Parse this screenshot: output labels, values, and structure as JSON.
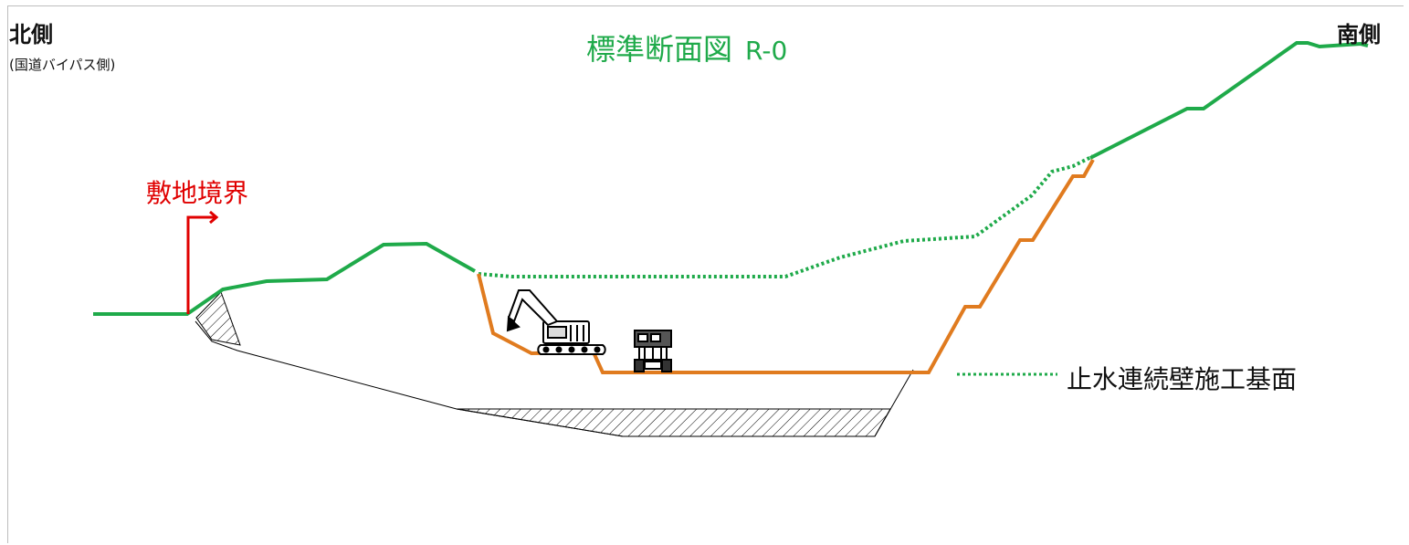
{
  "north": {
    "label": "北側",
    "sublabel": "(国道バイパス側)"
  },
  "south": {
    "label": "南側"
  },
  "title": {
    "main": "標準断面図",
    "code": "R-0"
  },
  "boundary": {
    "label": "敷地境界"
  },
  "legend": {
    "dotted_line_label": "止水連続壁施工基面"
  },
  "colors": {
    "ground_line": "#1faa4a",
    "excavation_line": "#e07b1f",
    "boundary_marker": "#e00000",
    "outline": "#000000"
  },
  "icons": [
    "excavator-icon",
    "dump-truck-icon"
  ]
}
